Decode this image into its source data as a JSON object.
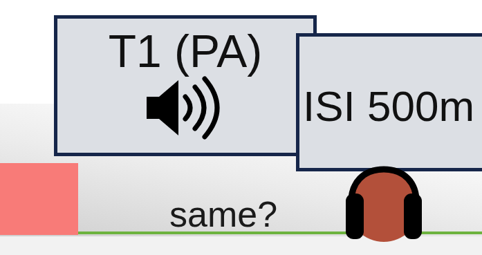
{
  "diagram": {
    "nodes": [
      {
        "text": [
          "T1 (PA)"
        ]
      },
      {
        "text": [
          "ISI 500m"
        ]
      }
    ],
    "labels": [
      "same?"
    ]
  }
}
